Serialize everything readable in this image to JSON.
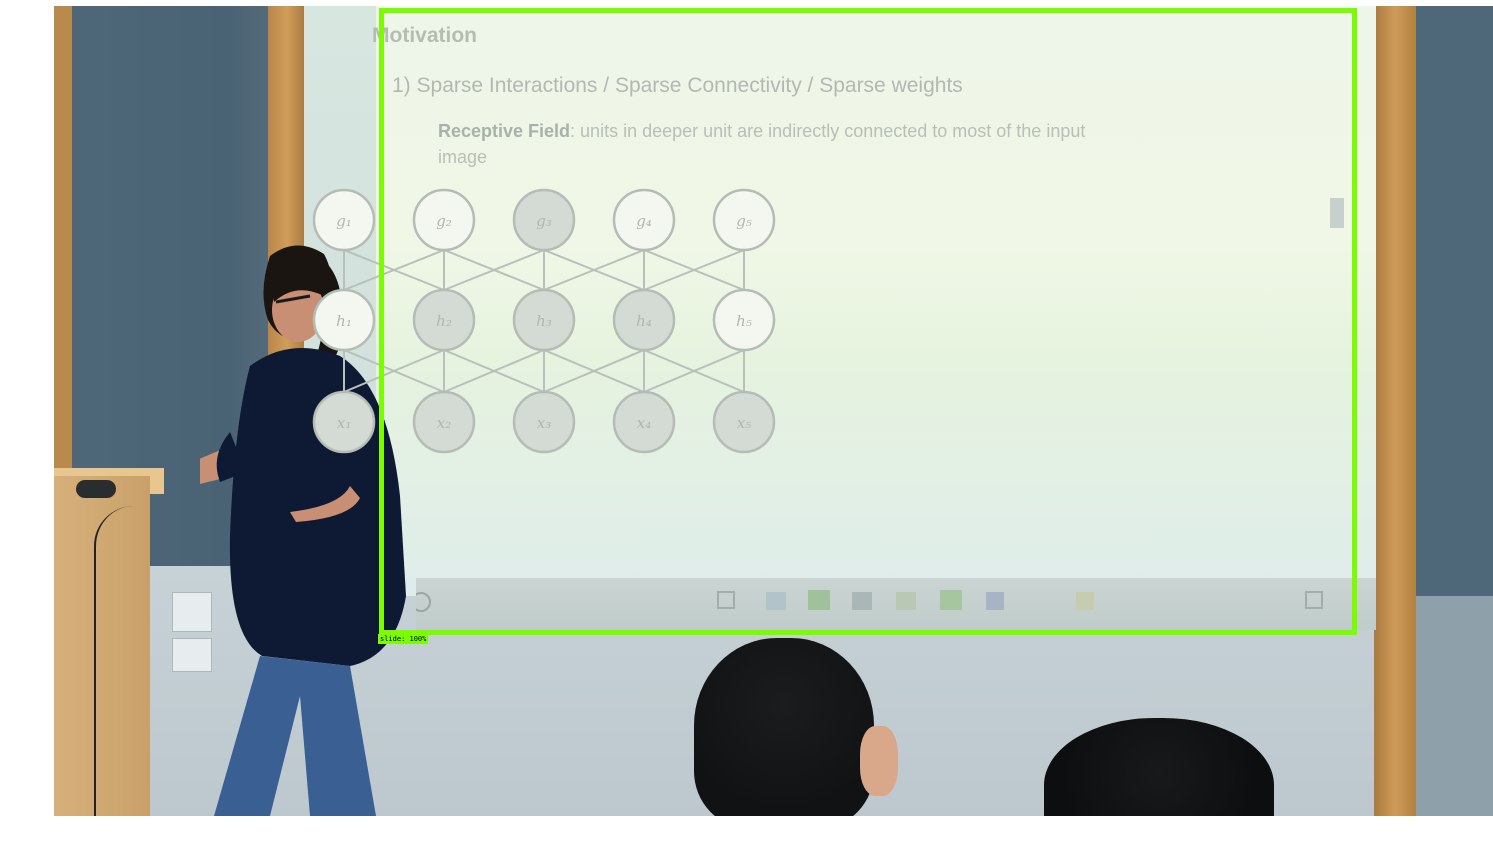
{
  "slide": {
    "title": "Motivation",
    "point": "1) Sparse Interactions / Sparse Connectivity / Sparse weights",
    "receptive_label": "Receptive Field",
    "receptive_text": ": units in deeper unit are indirectly connected to most of the input image",
    "diagram": {
      "top_row": [
        "g₁",
        "g₂",
        "g₃",
        "g₄",
        "g₅"
      ],
      "middle_row": [
        "h₁",
        "h₂",
        "h₃",
        "h₄",
        "h₅"
      ],
      "bottom_row": [
        "x₁",
        "x₂",
        "x₃",
        "x₄",
        "x₅"
      ],
      "shaded_top": [
        false,
        false,
        true,
        false,
        false
      ],
      "shaded_middle": [
        false,
        true,
        true,
        true,
        false
      ],
      "shaded_bottom": [
        true,
        true,
        true,
        true,
        true
      ]
    }
  },
  "detection": {
    "label": "slide: 100%",
    "color": "#7cfc00"
  }
}
